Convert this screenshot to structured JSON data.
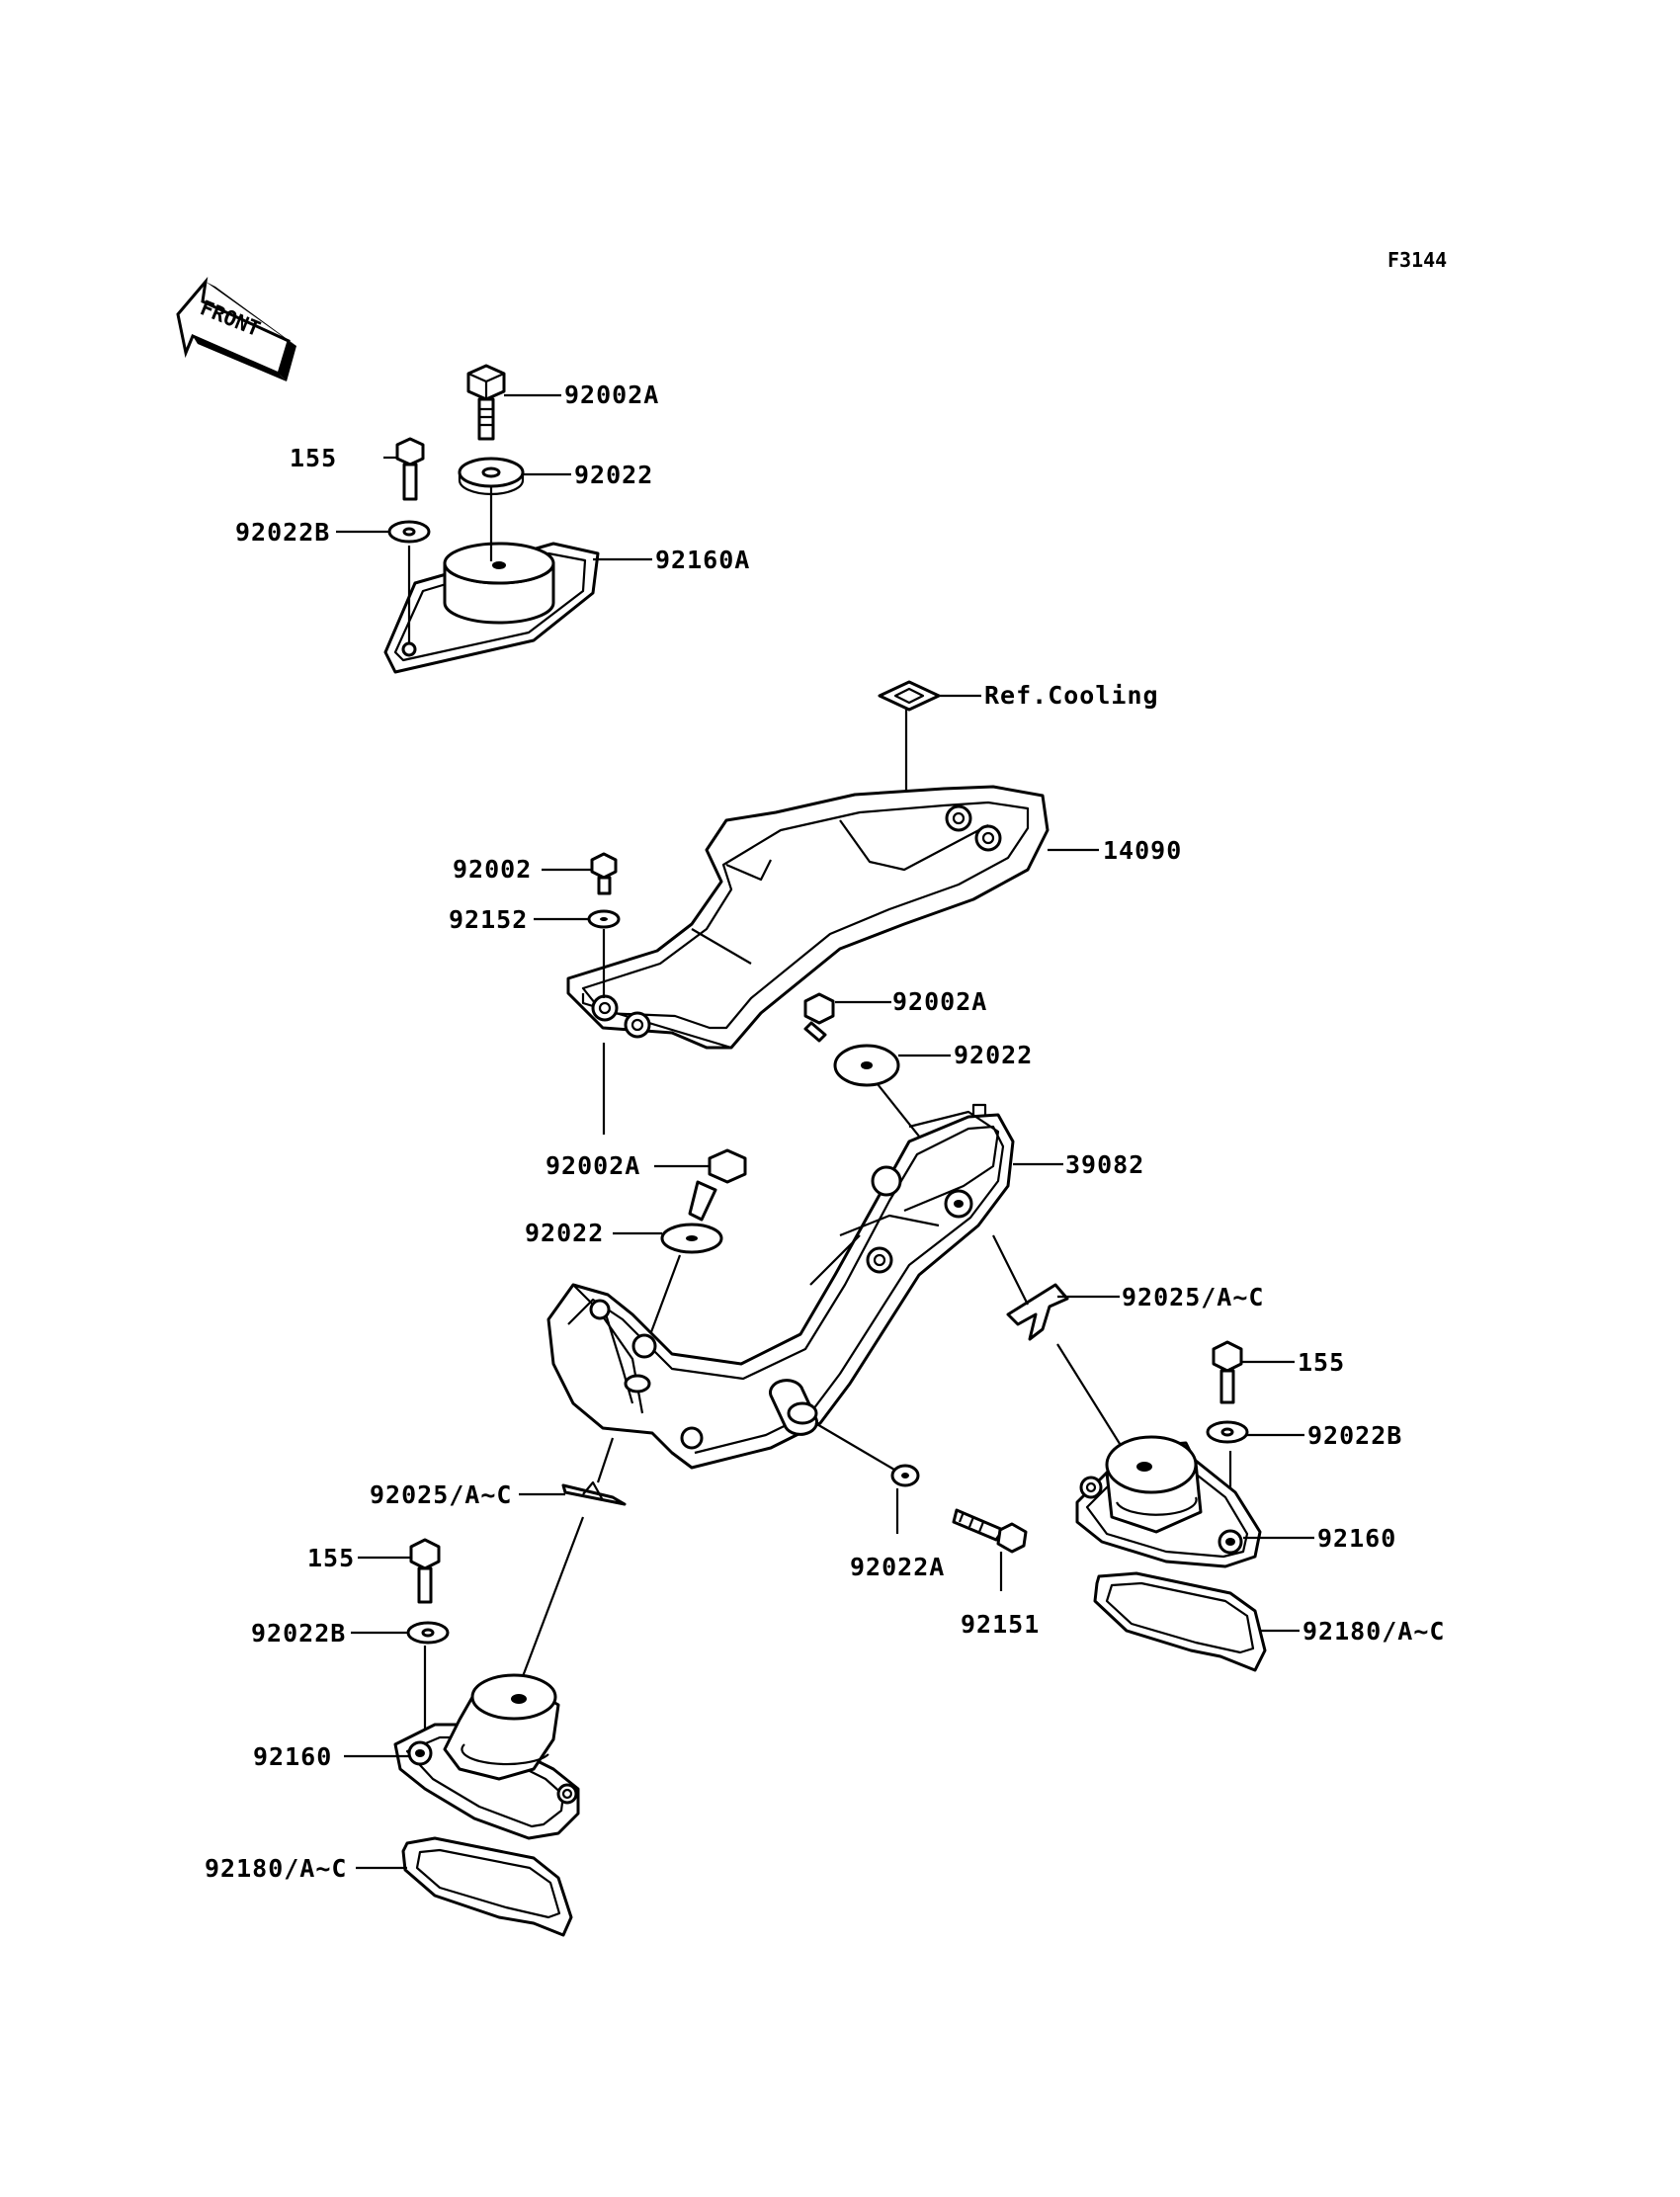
{
  "diagram_code": "F3144",
  "front_label": "FRONT",
  "labels": {
    "l_92002A_top": "92002A",
    "l_155_top": "155",
    "l_92022_top": "92022",
    "l_92022B_top": "92022B",
    "l_92160A": "92160A",
    "l_refcooling": "Ref.Cooling",
    "l_14090": "14090",
    "l_92002": "92002",
    "l_92152": "92152",
    "l_92002A_mid": "92002A",
    "l_92022_mid": "92022",
    "l_92002A_left": "92002A",
    "l_39082": "39082",
    "l_92022_left": "92022",
    "l_92025_right": "92025/A~C",
    "l_155_right": "155",
    "l_92022B_right": "92022B",
    "l_92160_right": "92160",
    "l_92025_left": "92025/A~C",
    "l_92022A": "92022A",
    "l_155_left": "155",
    "l_92151": "92151",
    "l_92180_right": "92180/A~C",
    "l_92022B_left": "92022B",
    "l_92160_left": "92160",
    "l_92180_left": "92180/A~C"
  }
}
